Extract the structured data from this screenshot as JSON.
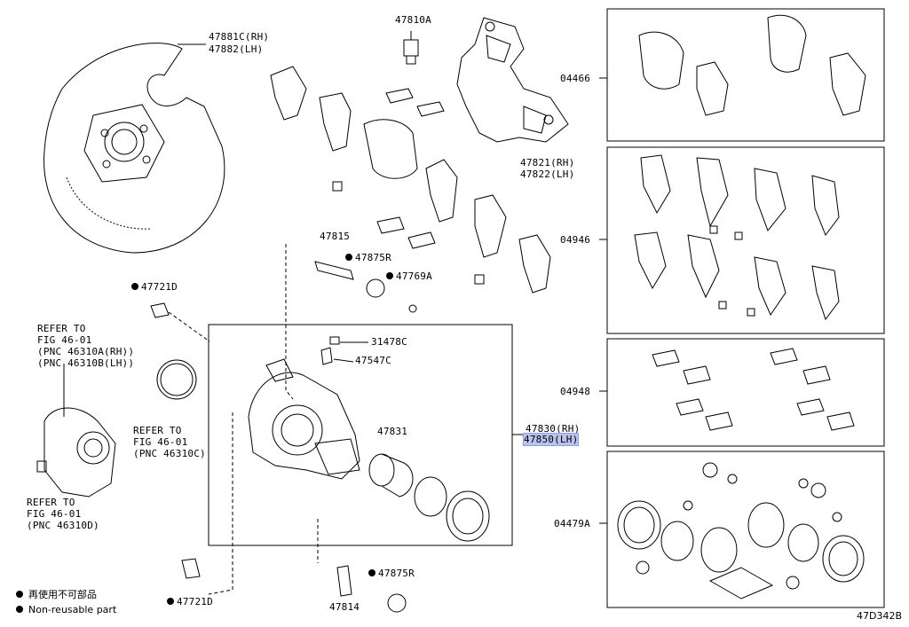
{
  "callouts": {
    "dust_cover": [
      "47881C(RH)",
      "47882(LH)"
    ],
    "bleeder_plug": "47810A",
    "mounting": [
      "47821(RH)",
      "47822(LH)"
    ],
    "slide_pin_bush": "47815",
    "boot_a": "47875R",
    "bushing": "47769A",
    "bolt_upper": "47721D",
    "refer_upper": [
      "REFER TO",
      "FIG 46-01",
      "(PNC 46310A(RH))",
      "(PNC 46310B(LH))"
    ],
    "refer_middle": [
      "REFER TO",
      "FIG 46-01",
      "(PNC 46310C)"
    ],
    "refer_lower": [
      "REFER TO",
      "FIG 46-01",
      "(PNC 46310D)"
    ],
    "cap": "31478C",
    "bleeder": "47547C",
    "piston": "47831",
    "cylinder_rh": "47830(RH)",
    "cylinder_lh": "47850(LH)",
    "bolt_lower": "47721D",
    "pin_lower": "47814",
    "boot_b": "47875R"
  },
  "kits": [
    {
      "code": "04466"
    },
    {
      "code": "04946"
    },
    {
      "code": "04948"
    },
    {
      "code": "04479A"
    }
  ],
  "legend": {
    "reusable_jp": "再使用不可部品",
    "non_reusable": "Non-reusable part"
  },
  "diagram_code": "47D342B"
}
